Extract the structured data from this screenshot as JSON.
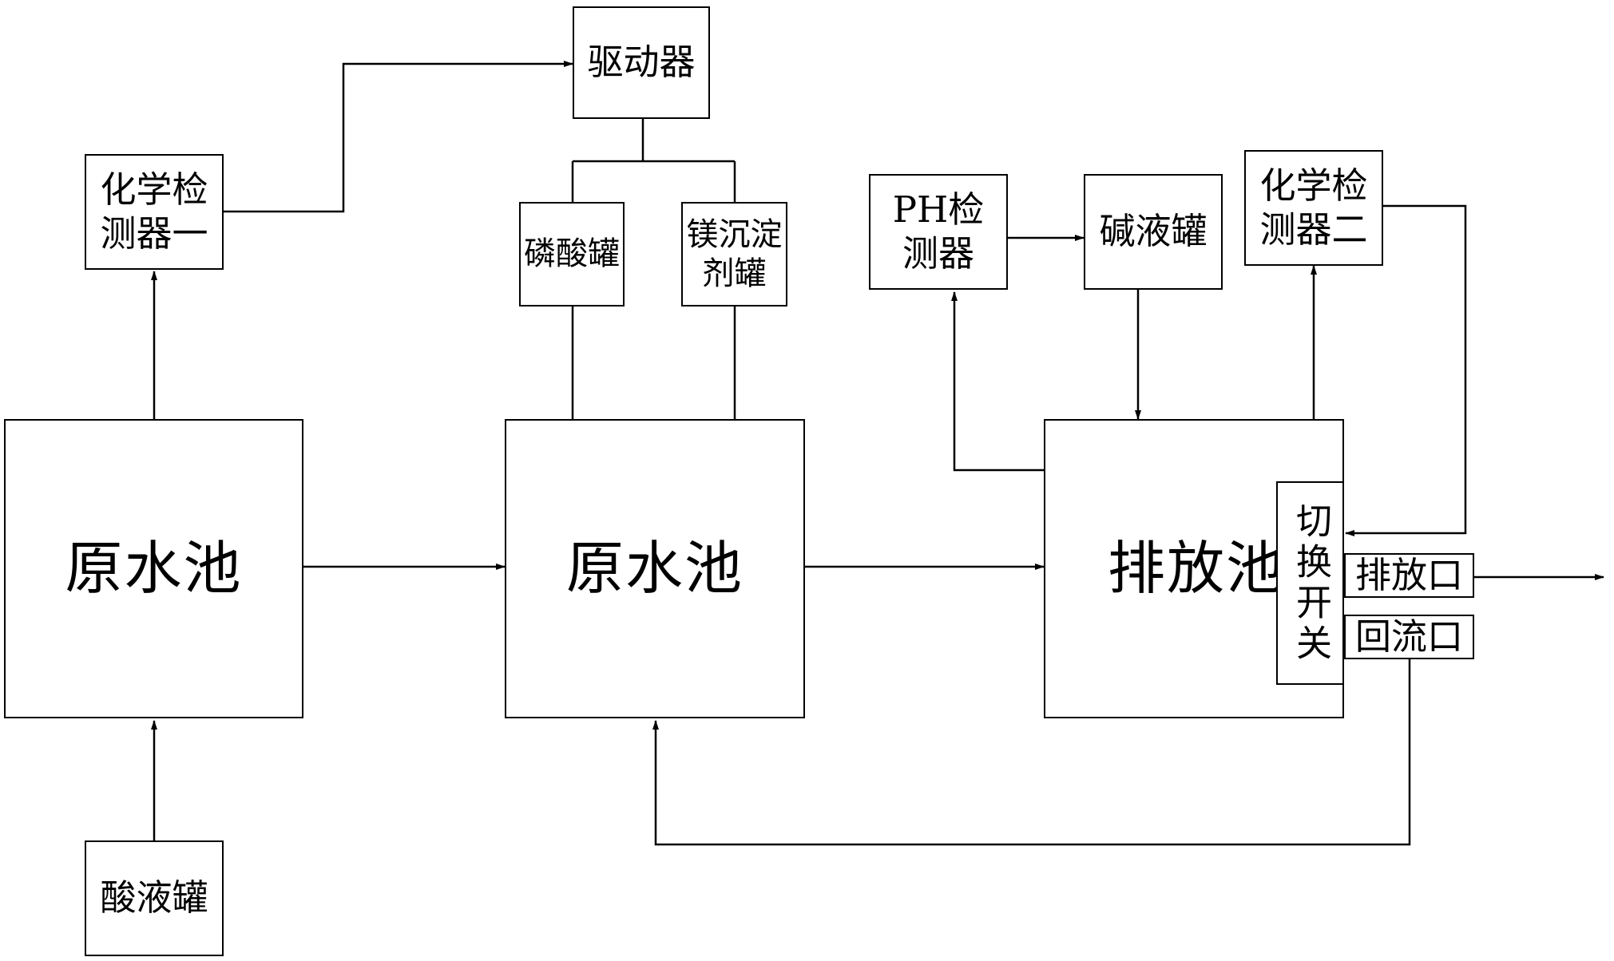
{
  "nodes": {
    "raw_pool_1": "原水池",
    "raw_pool_2": "原水池",
    "discharge_pool": "排放池",
    "chem_detector_1": "化学检测器一",
    "chem_detector_2": "化学检测器二",
    "driver": "驱动器",
    "phosphoric_tank": "磷酸罐",
    "mg_precip_tank": "镁沉淀剂罐",
    "acid_tank": "酸液罐",
    "ph_detector_a": "PH检",
    "ph_detector_b": "测器",
    "alkali_tank": "碱液罐",
    "switch": "切换开关",
    "outlet": "排放口",
    "return_port": "回流口"
  }
}
